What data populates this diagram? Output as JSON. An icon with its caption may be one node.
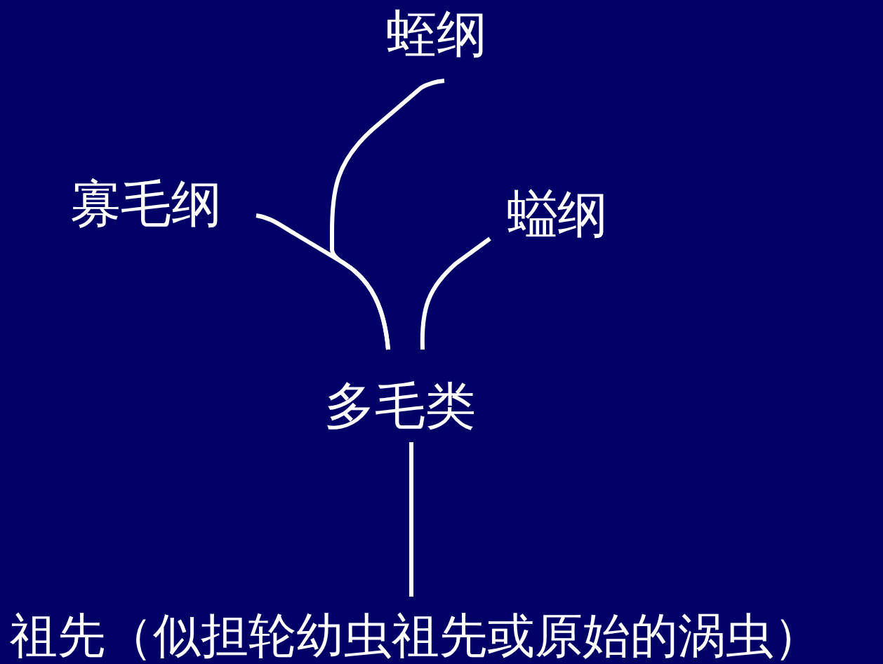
{
  "diagram": {
    "nodes": [
      {
        "text": [
          "蛭纲"
        ]
      },
      {
        "text": [
          "寡毛纲"
        ]
      },
      {
        "text": [
          "螠纲"
        ]
      },
      {
        "text": [
          "多毛类"
        ]
      },
      {
        "text": [
          "祖先（似担轮幼虫祖先或原始的涡虫）"
        ]
      }
    ],
    "edges": [
      {
        "from": 4,
        "to": 3,
        "arrow": "none"
      },
      {
        "from": 3,
        "to": 1,
        "arrow": "none"
      },
      {
        "from": 3,
        "to": 0,
        "arrow": "none"
      },
      {
        "from": 3,
        "to": 2,
        "arrow": "none"
      }
    ]
  }
}
